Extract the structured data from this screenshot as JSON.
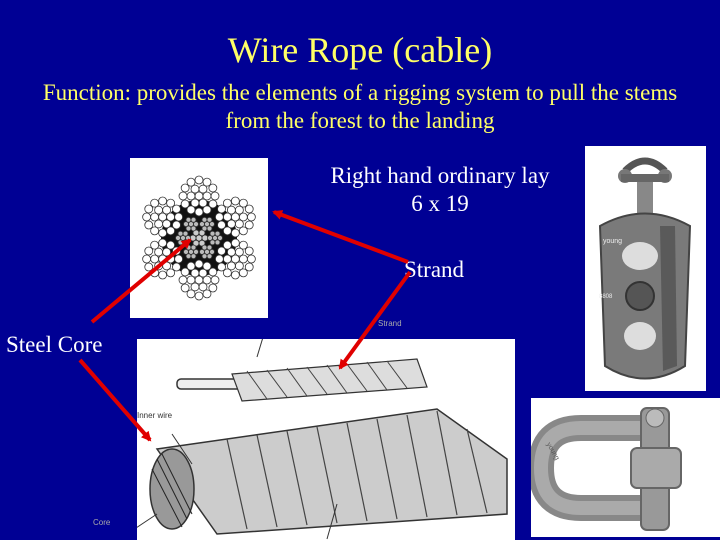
{
  "slide": {
    "title": "Wire Rope (cable)",
    "subtitle": "Function: provides the elements of a rigging system to pull the stems from the forest to the landing",
    "labels": {
      "lay": "Right hand ordinary lay",
      "construction": "6 x 19",
      "strand": "Strand",
      "core": "Steel Core"
    },
    "rope_photo_labels": {
      "strand": "Strand",
      "inner_wire": "Inner wire",
      "core": "Core"
    },
    "pulley_brand": "young",
    "pulley_number": "8808",
    "shackle_brand": "young"
  },
  "colors": {
    "background": "#000094",
    "title": "#ffff66",
    "arrow": "#e00000",
    "label": "#ffffff"
  }
}
